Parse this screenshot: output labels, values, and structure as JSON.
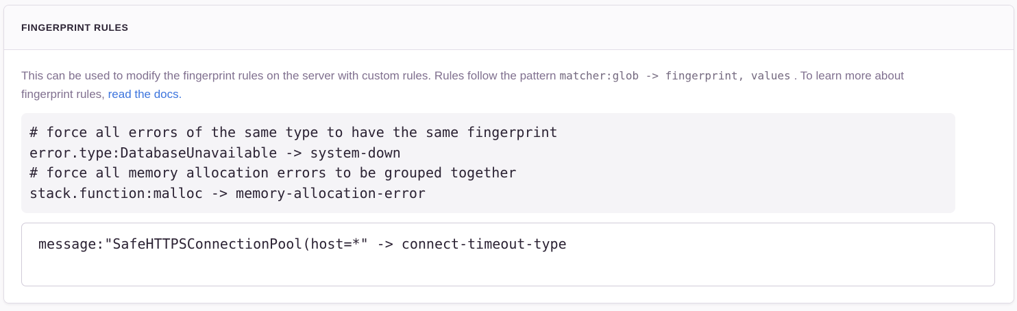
{
  "panel": {
    "title": "FINGERPRINT RULES",
    "description": {
      "text_before": "This can be used to modify the fingerprint rules on the server with custom rules. Rules follow the pattern",
      "pattern_code": "matcher:glob -> fingerprint, values",
      "text_after": ". To learn more about fingerprint rules, ",
      "link_label": "read the docs."
    },
    "example_code": "# force all errors of the same type to have the same fingerprint\nerror.type:DatabaseUnavailable -> system-down\n# force all memory allocation errors to be grouped together\nstack.function:malloc -> memory-allocation-error",
    "rules_input": {
      "value": "message:\"SafeHTTPSConnectionPool(host=*\" -> connect-timeout-type"
    }
  },
  "colors": {
    "link": "#3c74dd",
    "heading_text": "#2b2233",
    "body_text": "#80708f",
    "code_text": "#2b2233",
    "code_background": "#f5f4f7",
    "panel_border": "#e0dce5",
    "input_border": "#d1cbd8",
    "page_background": "#faf9fb",
    "header_background": "#fbfafc"
  }
}
